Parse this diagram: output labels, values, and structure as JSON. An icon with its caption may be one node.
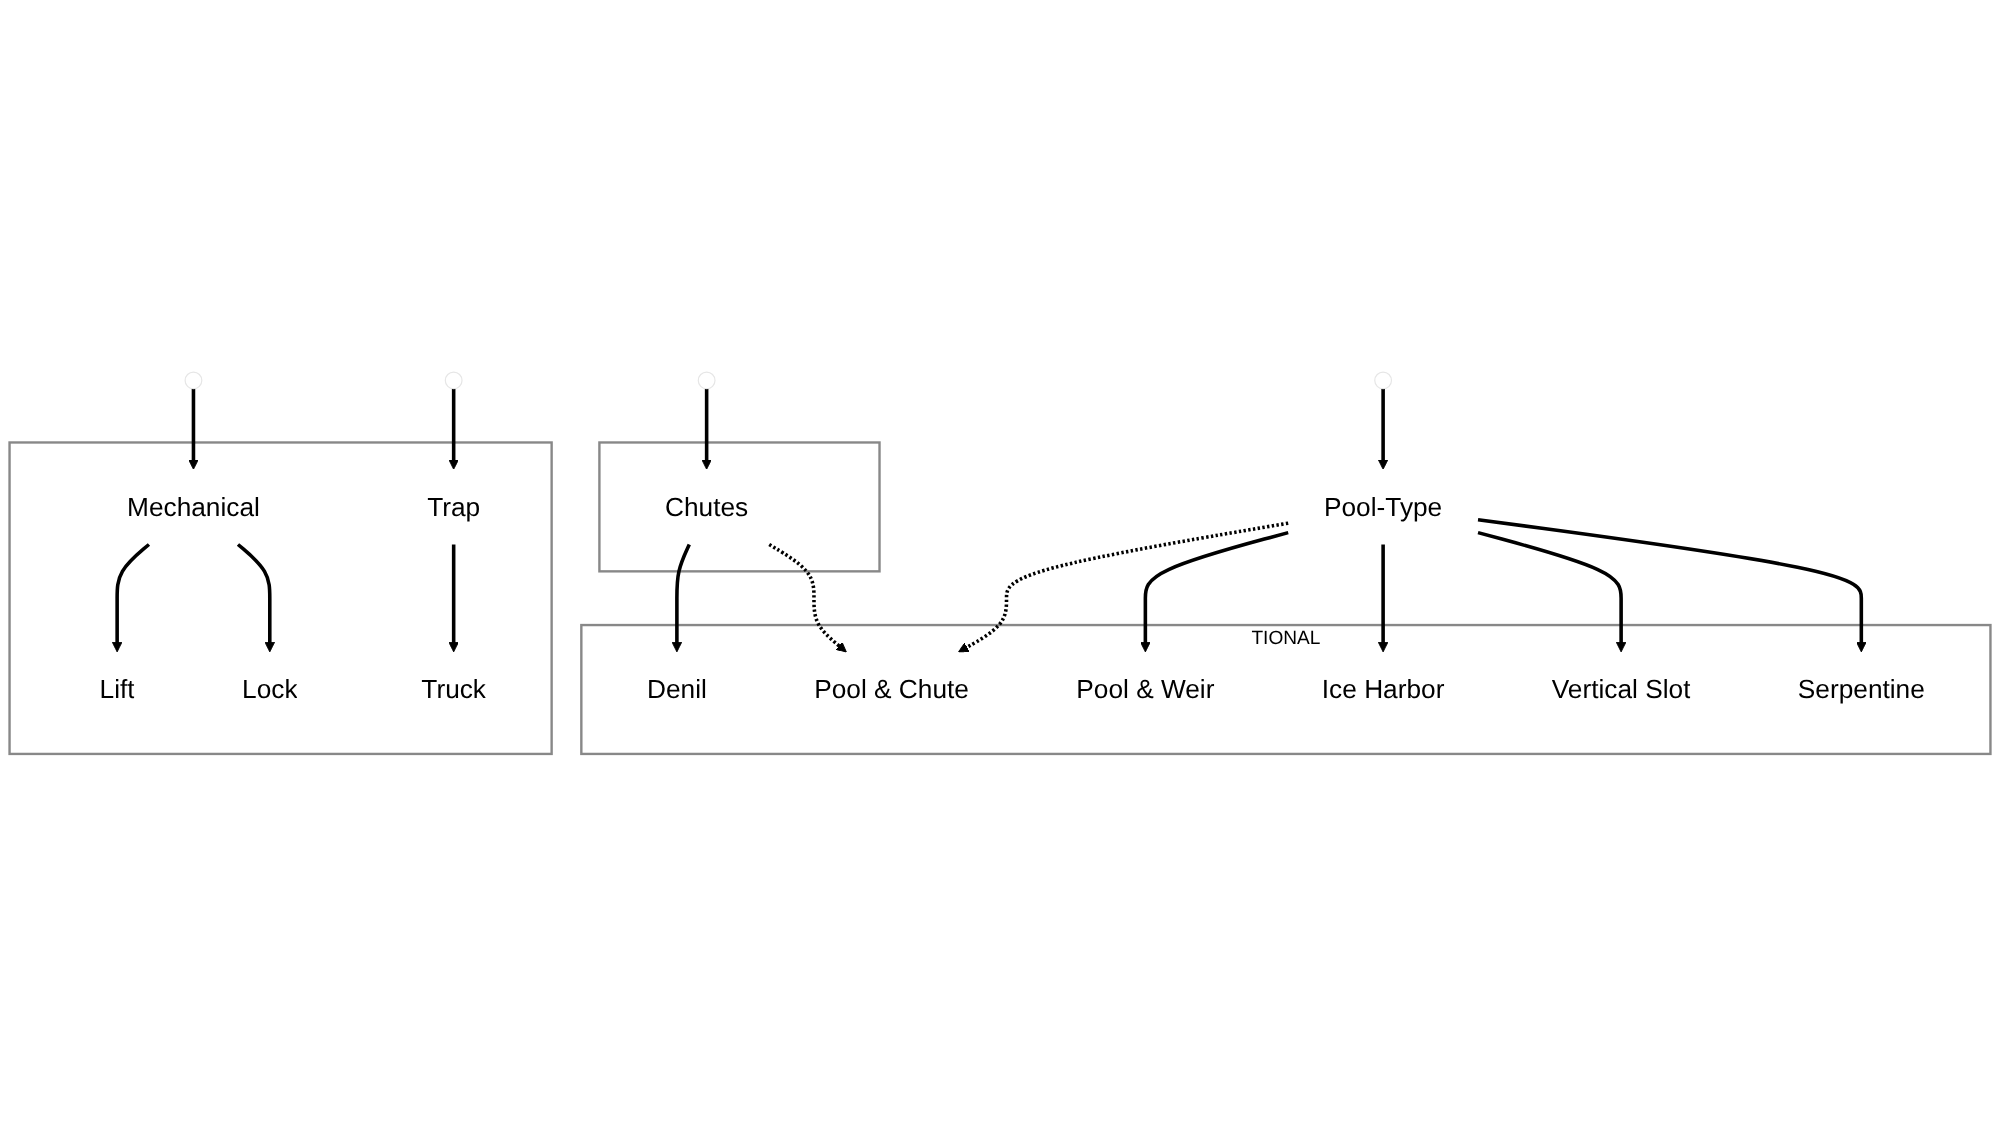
{
  "diagram": {
    "nodes": [
      {
        "text": [],
        "shape": "box"
      },
      {
        "text": [
          "Chutes"
        ],
        "in": 0
      },
      {
        "text": [
          "Pool-Type"
        ]
      },
      {
        "text": [],
        "shape": "box"
      },
      {
        "text": [
          "Mechanical"
        ],
        "in": 3
      },
      {
        "text": [
          "Trap"
        ],
        "in": 3
      },
      {
        "text": [
          "Lift"
        ],
        "in": 3
      },
      {
        "text": [
          "Lock"
        ],
        "in": 3
      },
      {
        "text": [
          "Truck"
        ],
        "in": 3
      },
      {
        "text": [
          "TIONAL"
        ]
      },
      {
        "text": [
          "Denil"
        ],
        "in": 9
      },
      {
        "text": [
          "Pool & Chute"
        ],
        "in": 9
      },
      {
        "text": [
          "Pool & Weir"
        ],
        "in": 9
      },
      {
        "text": [
          "Ice Harbor"
        ],
        "in": 9
      },
      {
        "text": [
          "Vertical Slot"
        ],
        "in": 9
      },
      {
        "text": [
          "Serpentine"
        ],
        "in": 9
      }
    ],
    "edges": [
      {
        "from": null,
        "to": 1,
        "arrow": "to"
      },
      {
        "from": null,
        "to": 2,
        "arrow": "to"
      },
      {
        "from": null,
        "to": 4,
        "arrow": "to"
      },
      {
        "from": null,
        "to": 5,
        "arrow": "to"
      },
      {
        "from": 4,
        "to": 6,
        "arrow": "to"
      },
      {
        "from": 4,
        "to": 7,
        "arrow": "to"
      },
      {
        "from": 5,
        "to": 8,
        "arrow": "to"
      },
      {
        "from": 1,
        "to": 10,
        "arrow": "to"
      },
      {
        "from": 1,
        "to": 11,
        "arrow": "to",
        "style": "dashed"
      },
      {
        "from": 2,
        "to": 11,
        "arrow": "to",
        "style": "dashed"
      },
      {
        "from": 2,
        "to": 12,
        "arrow": "to"
      },
      {
        "from": 2,
        "to": 13,
        "arrow": "to"
      },
      {
        "from": 2,
        "to": 14,
        "arrow": "to"
      },
      {
        "from": 2,
        "to": 15,
        "arrow": "to"
      }
    ]
  }
}
